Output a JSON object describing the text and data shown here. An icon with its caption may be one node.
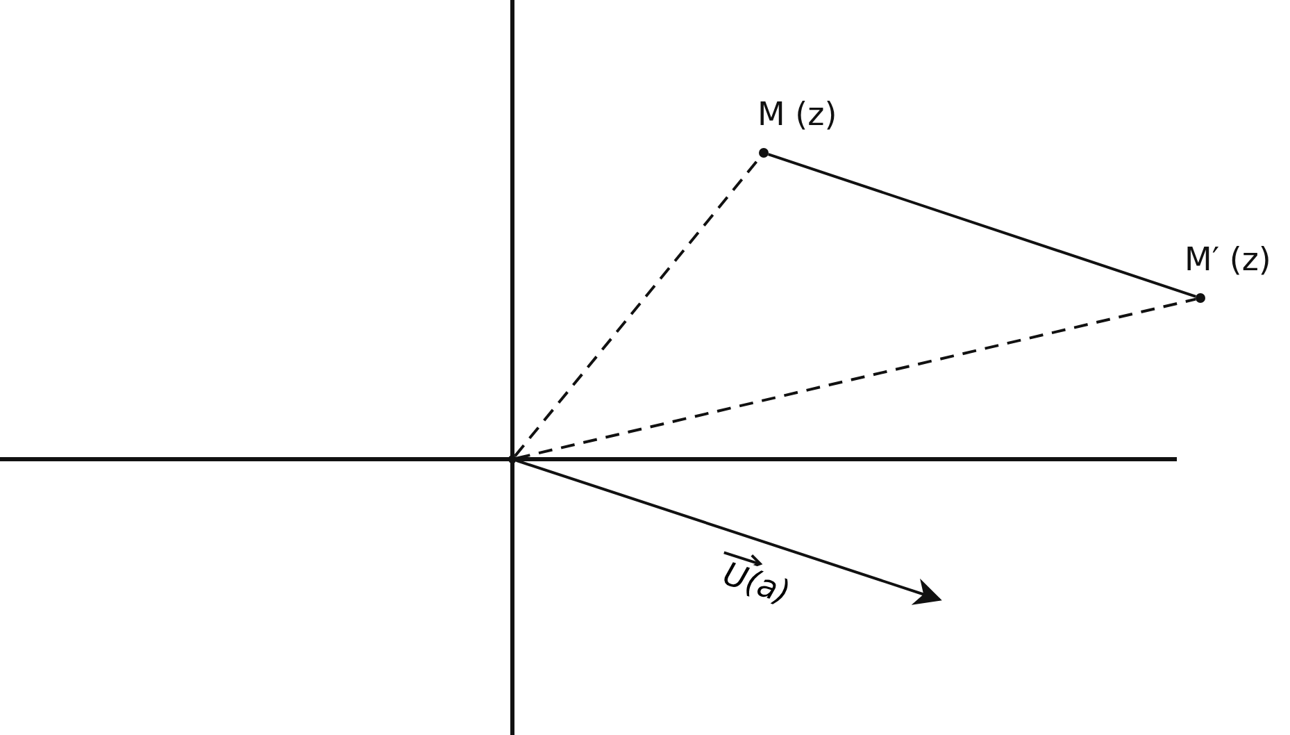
{
  "diagram": {
    "nodes": [
      {
        "text": [],
        "shape": "point"
      },
      {
        "text": [
          "M (z)"
        ]
      },
      {
        "text": [
          "M′ (z)"
        ]
      }
    ],
    "edges": [
      {
        "from": 0,
        "to": 1,
        "arrow": "none",
        "style": "dashed"
      },
      {
        "from": 1,
        "to": 2,
        "arrow": "none"
      },
      {
        "from": 0,
        "to": 2,
        "arrow": "none",
        "style": "dashed"
      },
      {
        "from": 0,
        "to": null,
        "arrow": "to",
        "label": "U(a)"
      }
    ]
  }
}
